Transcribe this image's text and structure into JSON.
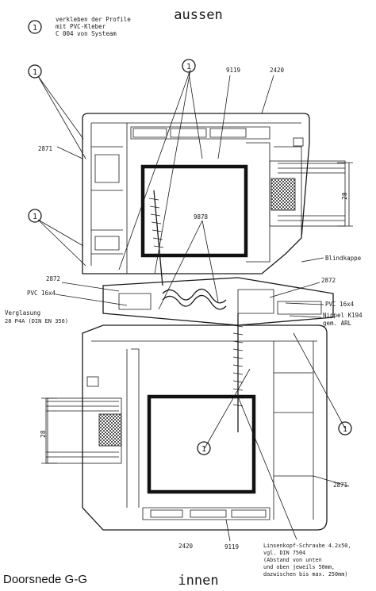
{
  "legend": {
    "marker": "1",
    "lines": [
      "verkleben der Profile",
      "mit PVC-Kleber",
      "C 004 von Systeam"
    ]
  },
  "labels": {
    "outside": "aussen",
    "inside": "innen",
    "caption": "Doorsnede G-G",
    "marker": "1",
    "p_9119_top": "9119",
    "p_2420_top": "2420",
    "p_2871_top": "2871",
    "p_9878": "9878",
    "blindkappe": "Blindkappe",
    "p_2872_left": "2872",
    "p_2872_right": "2872",
    "pvc_left": "PVC 16x4",
    "pvc_right": "PVC 16x4",
    "verglasung": [
      "Verglasung",
      "28 P4A (DIN EN 356)"
    ],
    "nippel": [
      "Nippel K194",
      "gem. ARL"
    ],
    "dim_top": "28",
    "dim_bottom": "28",
    "p_2871_bottom": "2871",
    "p_2420_bottom": "2420",
    "p_9119_bottom": "9119",
    "screw_note": [
      "Linsenkopf-Schraube 4.2x50,",
      "vgl. DIN 7504",
      "(Abstand von unten",
      "und oben jeweils 50mm,",
      "dazwischen bis max. 250mm)"
    ]
  }
}
